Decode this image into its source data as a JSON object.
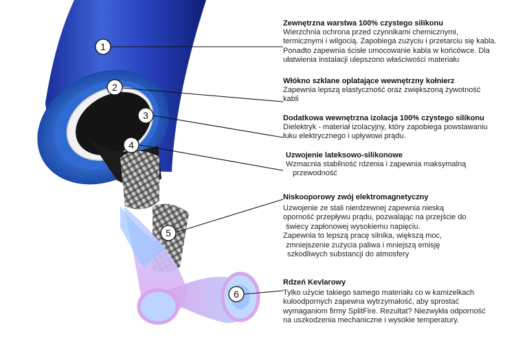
{
  "callouts": [
    {
      "number": "1",
      "title": "Zewnętrzna warstwa 100% czystego silikonu",
      "lines": [
        "Wierzchnia ochrona przed czynnikami chemicznymi,",
        "termicznymi i wilgocią. Zapobiega zużyciu i przetarciu się kabla.",
        "Ponadto zapewnia ścisłe umocowanie kabla w końcówce. Dla",
        "ułatwienia instalacji ulepszono właściwości materiału"
      ]
    },
    {
      "number": "2",
      "title": "Włókno szklane oplatające wewnętrzny kołnierz",
      "lines": [
        "Zapewnia lepszą elastyczność oraz zwiększoną żywotność",
        "kabli"
      ]
    },
    {
      "number": "3",
      "title": "Dodatkowa wewnętrzna izolacja 100% czystego silikonu",
      "lines": [
        "Dielektryk - materiał izolacyjny, który zapobiega powstawaniu",
        "łuku elektrycznego i upływowi prądu."
      ]
    },
    {
      "number": "4",
      "title": "Uzwojenie lateksowo-silikonowe",
      "lines": [
        "Wzmacnia stabilność rdzenia i zapewnia maksymalną",
        "przewodność"
      ]
    },
    {
      "number": "5",
      "title": "Niskooporowy zwój elektromagnetyczny",
      "lines": [
        "Uzwojenie ze stali nierdzewnej zapewnia nieską",
        "oporność przepływu prądu, pozwalając na przejście do",
        "świecy zapłonowej wysokiemu napięciu.",
        "Zapewnia to lepszą pracę silnika, większą moc,",
        "zmniejszenie zużycia paliwa i mniejszą emisję",
        "szkodliwych substancji do atmosfery"
      ]
    },
    {
      "number": "6",
      "title": "Rdzeń Kevlarowy",
      "lines": [
        "Tylko użycie takiego samego materiału co w kamizelkach",
        "kuloodpornych zapewna wytrzymałość, aby sprostać",
        "wymaganiom firmy SplitFire. Rezultat? Niezwykła odporność",
        "na uszkodzenia mechaniczne i wysokie temperatury."
      ]
    }
  ]
}
